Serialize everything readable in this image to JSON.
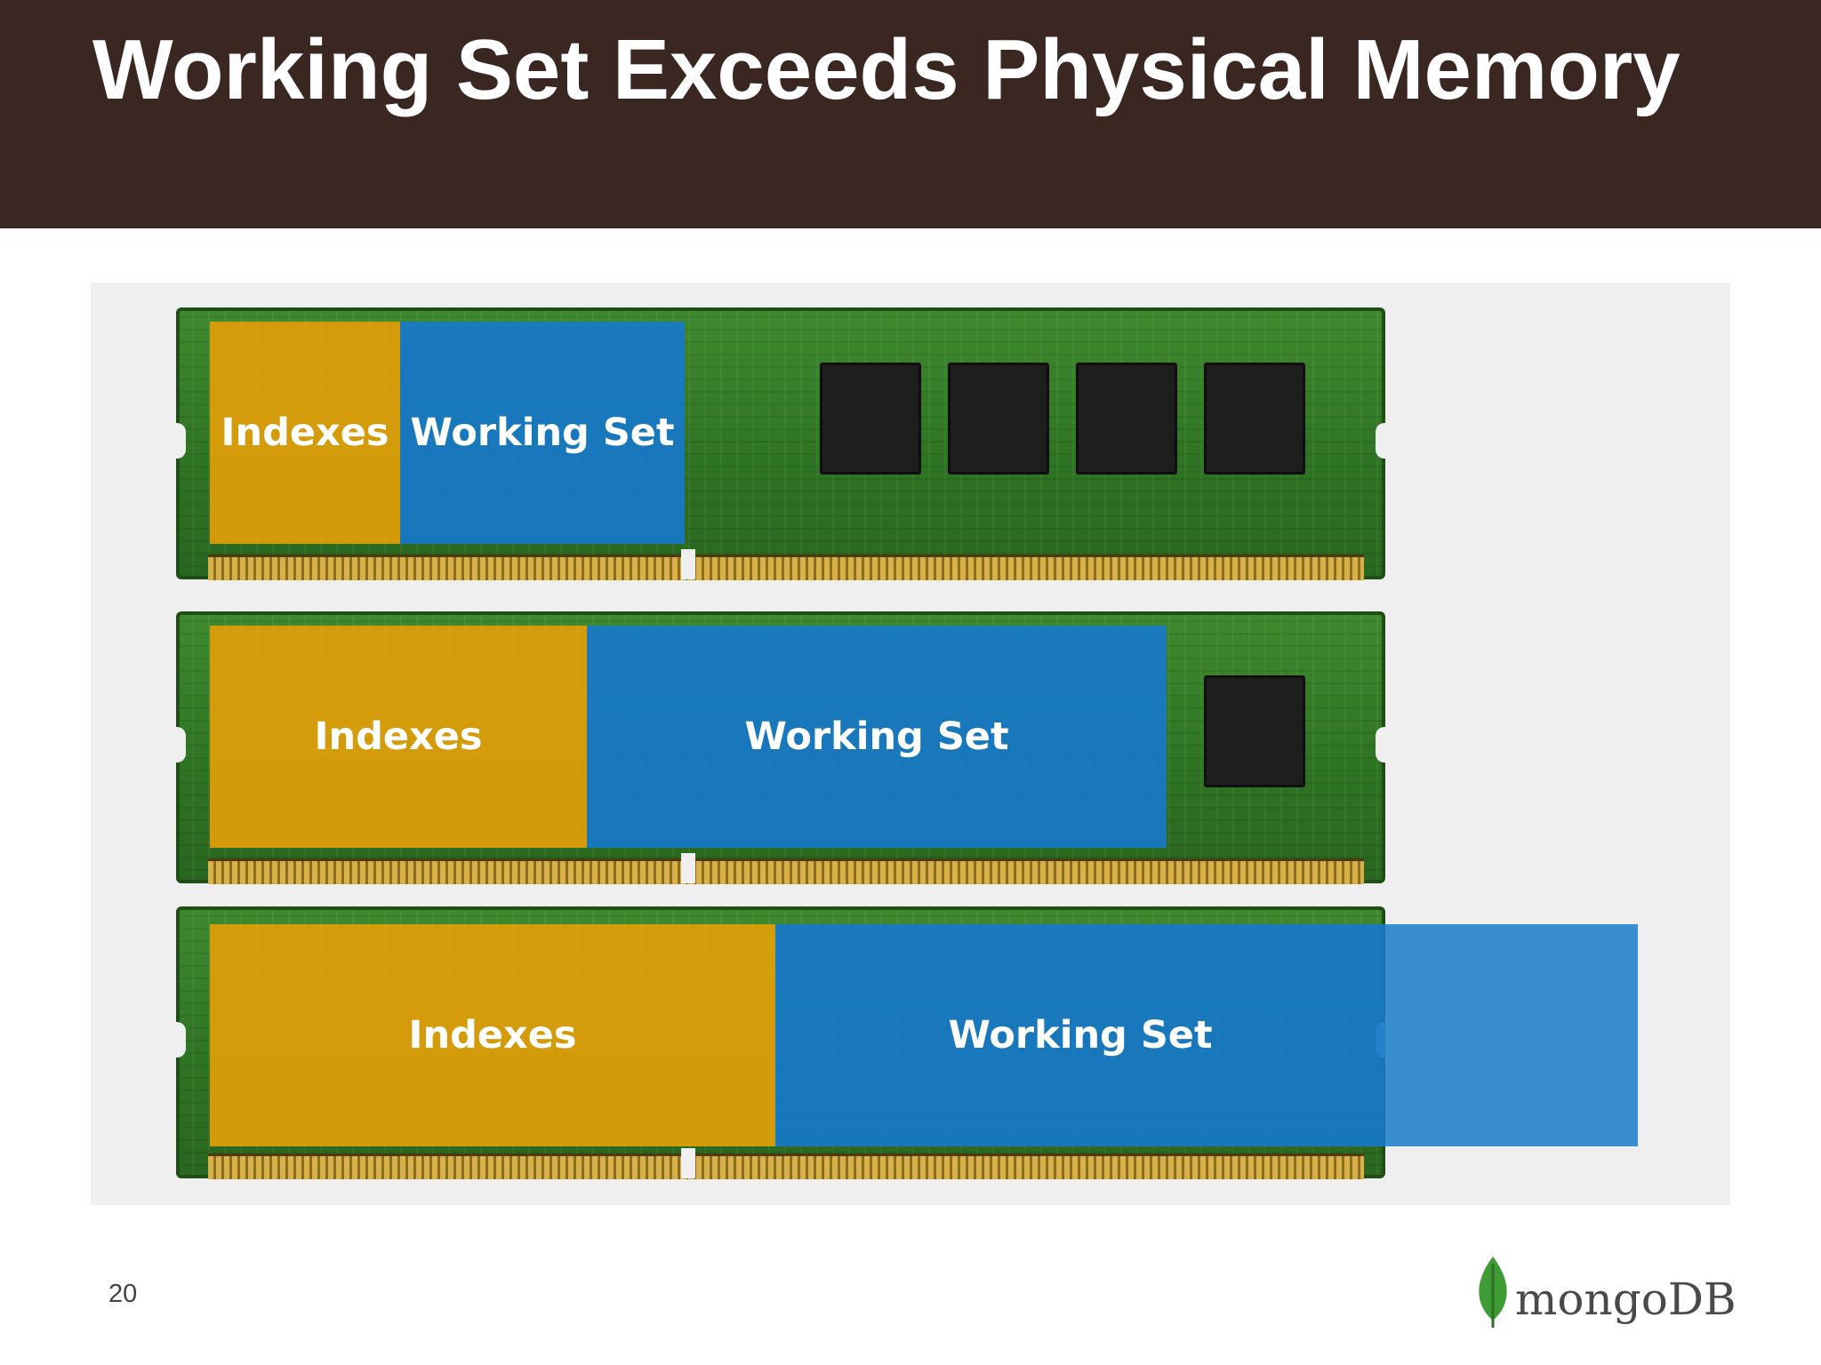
{
  "header": {
    "title": "Working Set Exceeds Physical Memory"
  },
  "diagram": {
    "rows": [
      {
        "indexes_label": "Indexes",
        "working_set_label": "Working Set"
      },
      {
        "indexes_label": "Indexes",
        "working_set_label": "Working Set"
      },
      {
        "indexes_label": "Indexes",
        "working_set_label": "Working Set"
      }
    ],
    "colors": {
      "indexes": "#DE9D08",
      "working_set": "#1779C7",
      "header_background": "#3B2722",
      "pcb": "#2F7424"
    }
  },
  "footer": {
    "page_number": "20",
    "logo": "mongoDB"
  }
}
